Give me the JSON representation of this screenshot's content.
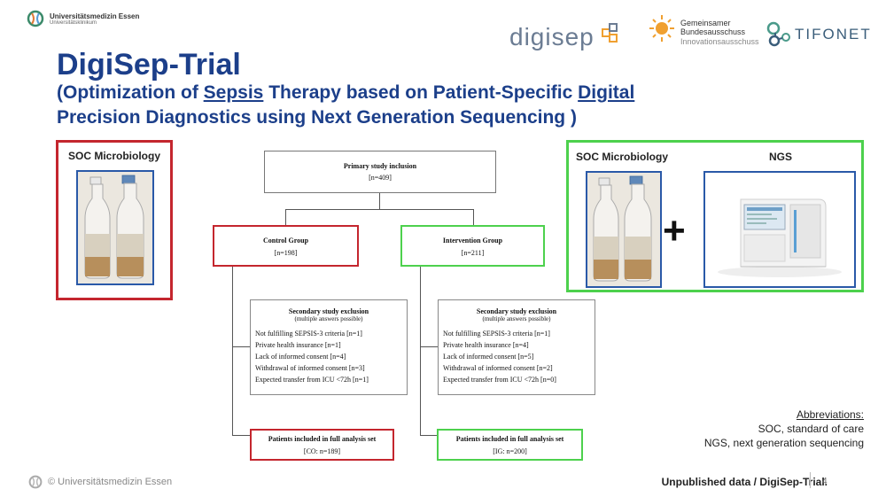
{
  "header": {
    "university_name": "Universitätsmedizin Essen",
    "university_sub": "Universitätsklinikum",
    "digisep_logo": "digisep",
    "gba_line1": "Gemeinsamer",
    "gba_line2": "Bundesausschuss",
    "gba_line3": "Innovationsausschuss",
    "tifonet_logo": "TIFONET"
  },
  "title": "DigiSep-Trial",
  "subtitle": {
    "part1": "(Optimization of ",
    "sepsis": "Sepsis",
    "part2": " Therapy based on Patient-Specific ",
    "digital": "Digital",
    "part3": "Precision Diagnostics using Next Generation Sequencing )"
  },
  "soc_panel": {
    "label": "SOC Microbiology"
  },
  "ngs_panel": {
    "soc_label": "SOC Microbiology",
    "ngs_label": "NGS",
    "plus": "+"
  },
  "flowchart": {
    "primary": {
      "title": "Primary study inclusion",
      "n": "[n=409]"
    },
    "control": {
      "title": "Control Group",
      "n": "[n=198]"
    },
    "intervention": {
      "title": "Intervention Group",
      "n": "[n=211]"
    },
    "exclusion_control": {
      "title": "Secondary study exclusion",
      "subtitle": "(multiple answers possible)",
      "items": [
        "Not fulfilling SEPSIS-3 criteria [n=1]",
        "Private health insurance [n=1]",
        "Lack of informed consent [n=4]",
        "Withdrawal of informed consent [n=3]",
        "Expected transfer from ICU <72h [n=1]"
      ]
    },
    "exclusion_intervention": {
      "title": "Secondary study exclusion",
      "subtitle": "(multiple answers possible)",
      "items": [
        "Not fulfilling SEPSIS-3 criteria [n=1]",
        "Private health insurance [n=4]",
        "Lack of informed consent [n=5]",
        "Withdrawal of informed consent [n=2]",
        "Expected transfer from ICU <72h [n=0]"
      ]
    },
    "analysis_control": {
      "title": "Patients included in full analysis set",
      "n": "[CO: n=189]"
    },
    "analysis_intervention": {
      "title": "Patients included in full analysis set",
      "n": "[IG: n=200]"
    }
  },
  "abbreviations": {
    "title": "Abbreviations:",
    "items": [
      "SOC, standard of care",
      "NGS, next generation sequencing"
    ]
  },
  "footer": {
    "copyright": "© Universitätsmedizin Essen",
    "note": "Unpublished data / DigiSep-Trial.",
    "page": "4"
  },
  "colors": {
    "title_blue": "#1c3f8a",
    "control_red": "#c4262e",
    "intervention_green": "#4dd14d",
    "frame_blue": "#2a59a8"
  },
  "icons": [
    "university-logo-icon",
    "digisep-logo-icon",
    "gba-sun-icon",
    "tifonet-molecule-icon",
    "blood-culture-bottles-image",
    "sequencer-machine-image"
  ]
}
